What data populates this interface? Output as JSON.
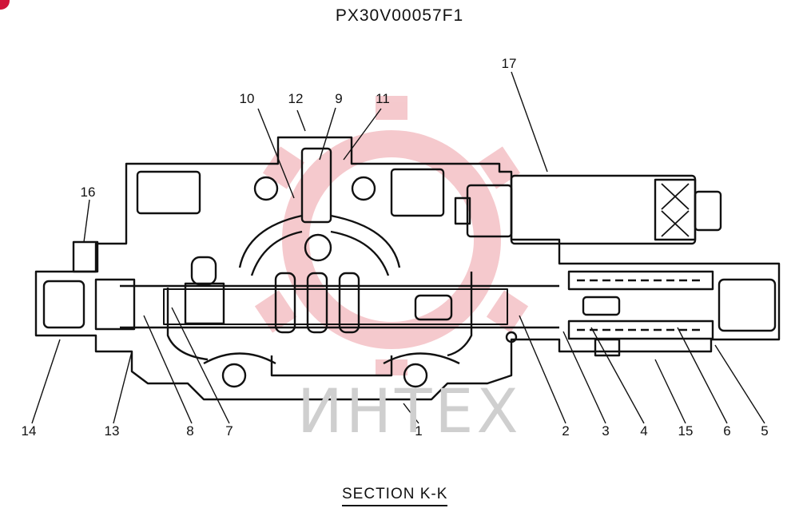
{
  "title": "PX30V00057F1",
  "section_label": "SECTION  K-K",
  "watermark": "ИНТЕХ",
  "colors": {
    "line": "#111111",
    "watermark_gear": "#f2b8bd",
    "watermark_text": "#cfcfcf",
    "corner_badge": "#d0143a"
  },
  "labels": [
    "1",
    "2",
    "3",
    "4",
    "5",
    "6",
    "7",
    "8",
    "9",
    "10",
    "11",
    "12",
    "13",
    "14",
    "15",
    "16",
    "17"
  ]
}
